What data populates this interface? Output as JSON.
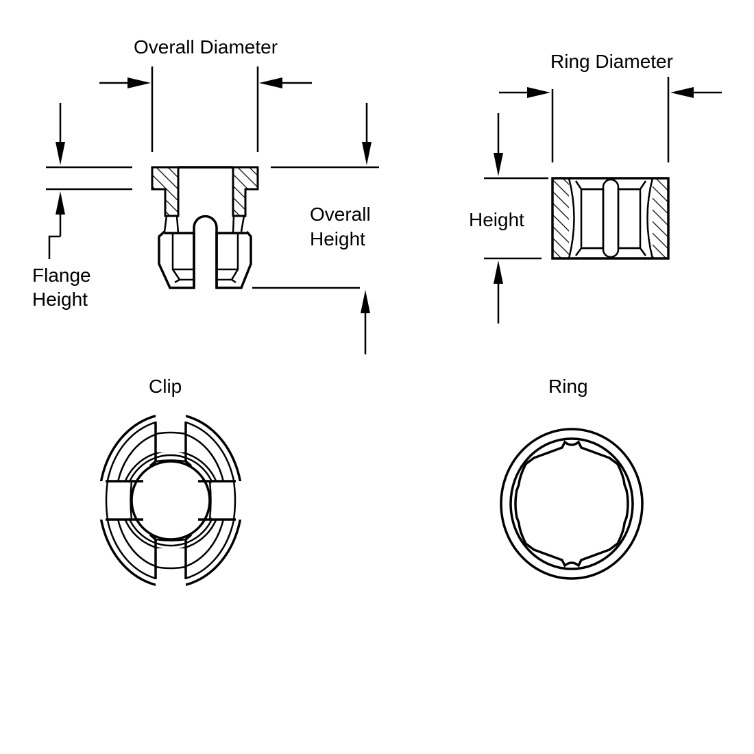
{
  "clip_side_view": {
    "overall_diameter_label": "Overall Diameter",
    "flange_height_label_line1": "Flange",
    "flange_height_label_line2": "Height",
    "overall_height_label_line1": "Overall",
    "overall_height_label_line2": "Height"
  },
  "ring_side_view": {
    "ring_diameter_label": "Ring Diameter",
    "height_label": "Height"
  },
  "top_views": {
    "clip_label": "Clip",
    "ring_label": "Ring"
  },
  "colors": {
    "line": "#000000",
    "background": "#ffffff"
  }
}
